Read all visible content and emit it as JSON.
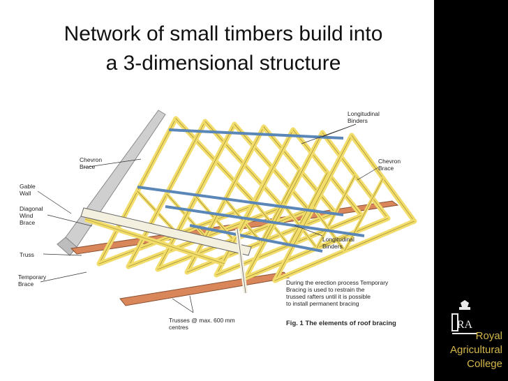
{
  "slide": {
    "title": "Network of small timbers build into\na 3-dimensional structure"
  },
  "branding": {
    "college_name": "Royal\nAgricultural\nCollege",
    "monogram": "RAC",
    "accent_color": "#d4b84a",
    "sidebar_color": "#000000"
  },
  "figure": {
    "labels": {
      "longitudinal_binders_top": "Longitudinal Binders",
      "chevron_brace_left": "Chevron Brace",
      "chevron_brace_right": "Chevron Brace",
      "gable_wall": "Gable Wall",
      "diagonal_wind_brace": "Diagonal Wind Brace",
      "truss": "Truss",
      "temporary_brace": "Temporary Brace",
      "longitudinal_binders_bottom": "Longitudinal Binders",
      "trusses_spacing": "Trusses @ max. 600 mm centres"
    },
    "note": "During the erection process Temporary Bracing is used to restrain the trussed rafters until it is possible to install permanent bracing",
    "caption": "Fig. 1   The elements of roof bracing",
    "colors": {
      "truss": "#f2dc6a",
      "binder": "#5b86b8",
      "wall_plate": "#d9865b",
      "wall": "#cfcfcf"
    }
  }
}
